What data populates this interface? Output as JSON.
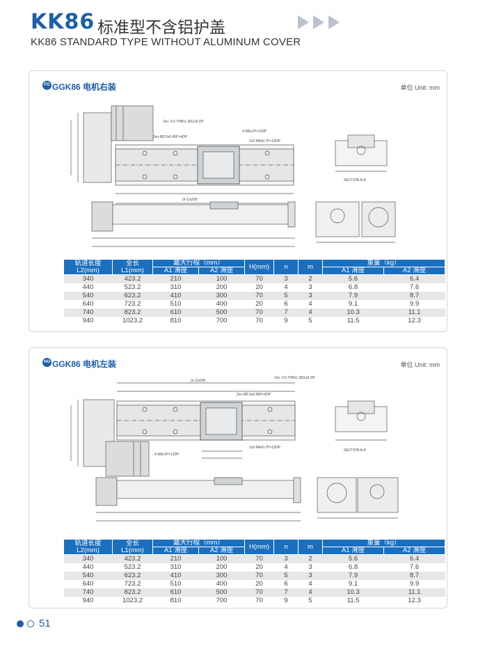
{
  "header": {
    "model": "KK86",
    "title_cn": "标准型不含铝护盖",
    "title_en": "KK86 STANDARD TYPE WITHOUT ALUMINUM COVER",
    "accent": "#1c5fa8"
  },
  "panels": [
    {
      "badge": "FO",
      "title": "GGK86 电机右装",
      "unit": "单位 Unit: mm",
      "annotations": {
        "through_hole": "2xn- 6.6 THRU, Ø11x6 DP",
        "m6_hole": "4-M6x1P×12DP",
        "m3_hole": "2x2-M4x0.7P×10DP",
        "m25_hole": "2xn-M2.5x0.45P×4DP",
        "pitch": "(n-1)x200",
        "section": "SECTION A-A"
      }
    },
    {
      "badge": "HO",
      "title": "GGK86 电机左装",
      "unit": "单位 Unit: mm",
      "annotations": {
        "through_hole": "2xn- 6.6 THRU, Ø11x6 DP",
        "m6_hole": "4-M6x1P×12DP",
        "m3_hole": "2x2-M4x0.7P×10DP",
        "m25_hole": "2xn-M2.5x0.45P×4DP",
        "pitch": "(n-1)x200",
        "section": "SECTION A-A"
      }
    }
  ],
  "table": {
    "headers": {
      "rail_length": "轨道长度",
      "rail_length_sub": "L2(mm)",
      "overall": "全长",
      "overall_sub": "L1(mm)",
      "max_stroke": "最大行程（mm）",
      "a1": "A1 滑座",
      "a2": "A2 滑座",
      "h": "H(mm)",
      "n": "n",
      "m": "m",
      "weight": "重量（kg）",
      "wa1": "A1 滑座",
      "wa2": "A2 滑座"
    },
    "rows": [
      [
        "340",
        "423.2",
        "210",
        "100",
        "70",
        "3",
        "2",
        "5.6",
        "6.4"
      ],
      [
        "440",
        "523.2",
        "310",
        "200",
        "20",
        "4",
        "3",
        "6.8",
        "7.6"
      ],
      [
        "540",
        "623.2",
        "410",
        "300",
        "70",
        "5",
        "3",
        "7.9",
        "8.7"
      ],
      [
        "640",
        "723.2",
        "510",
        "400",
        "20",
        "6",
        "4",
        "9.1",
        "9.9"
      ],
      [
        "740",
        "823.2",
        "610",
        "500",
        "70",
        "7",
        "4",
        "10.3",
        "11.1"
      ],
      [
        "940",
        "1023.2",
        "810",
        "700",
        "70",
        "9",
        "5",
        "11.5",
        "12.3"
      ]
    ]
  },
  "footer": {
    "page": "51"
  }
}
